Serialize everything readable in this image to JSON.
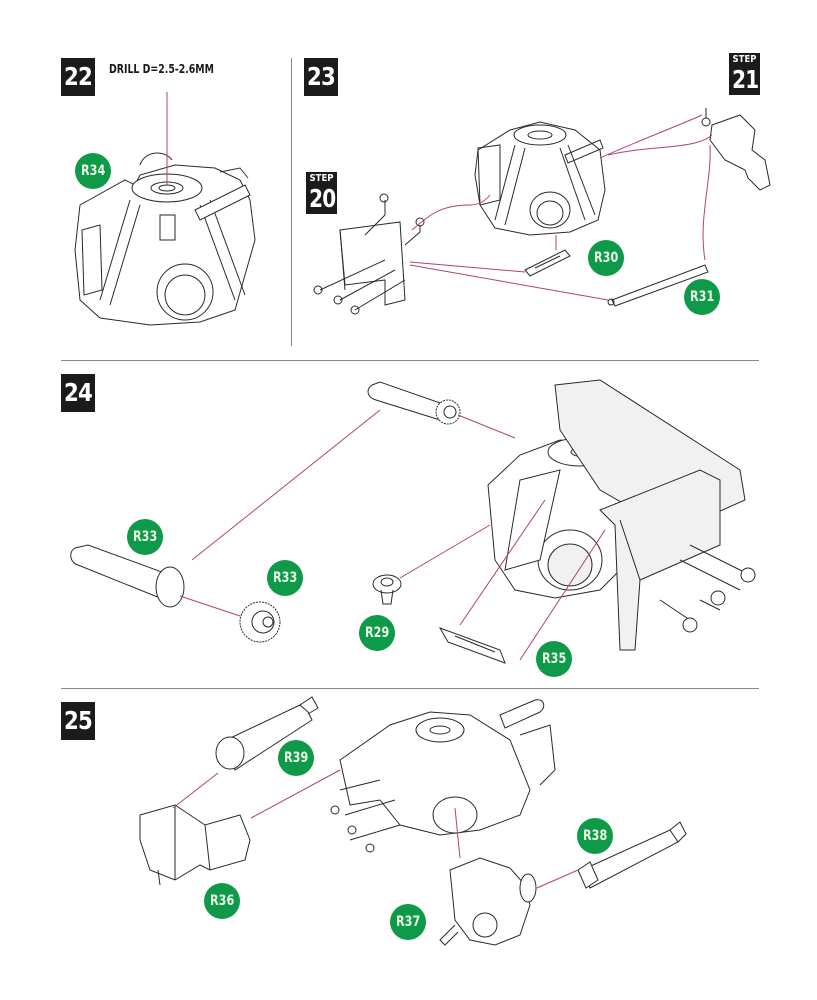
{
  "page": {
    "accent_badge_color": "#0f9a4a",
    "leader_line_color": "#b0407a"
  },
  "steps": [
    {
      "number": "22",
      "note": "DRILL D=2.5-2.6MM",
      "parts": [
        "R34"
      ]
    },
    {
      "number": "23",
      "refs": [
        {
          "label": "STEP",
          "number": "20"
        },
        {
          "label": "STEP",
          "number": "21"
        }
      ],
      "parts": [
        "R30",
        "R31"
      ]
    },
    {
      "number": "24",
      "parts": [
        "R33",
        "R33",
        "R29",
        "R35"
      ]
    },
    {
      "number": "25",
      "parts": [
        "R39",
        "R36",
        "R37",
        "R38"
      ]
    }
  ]
}
